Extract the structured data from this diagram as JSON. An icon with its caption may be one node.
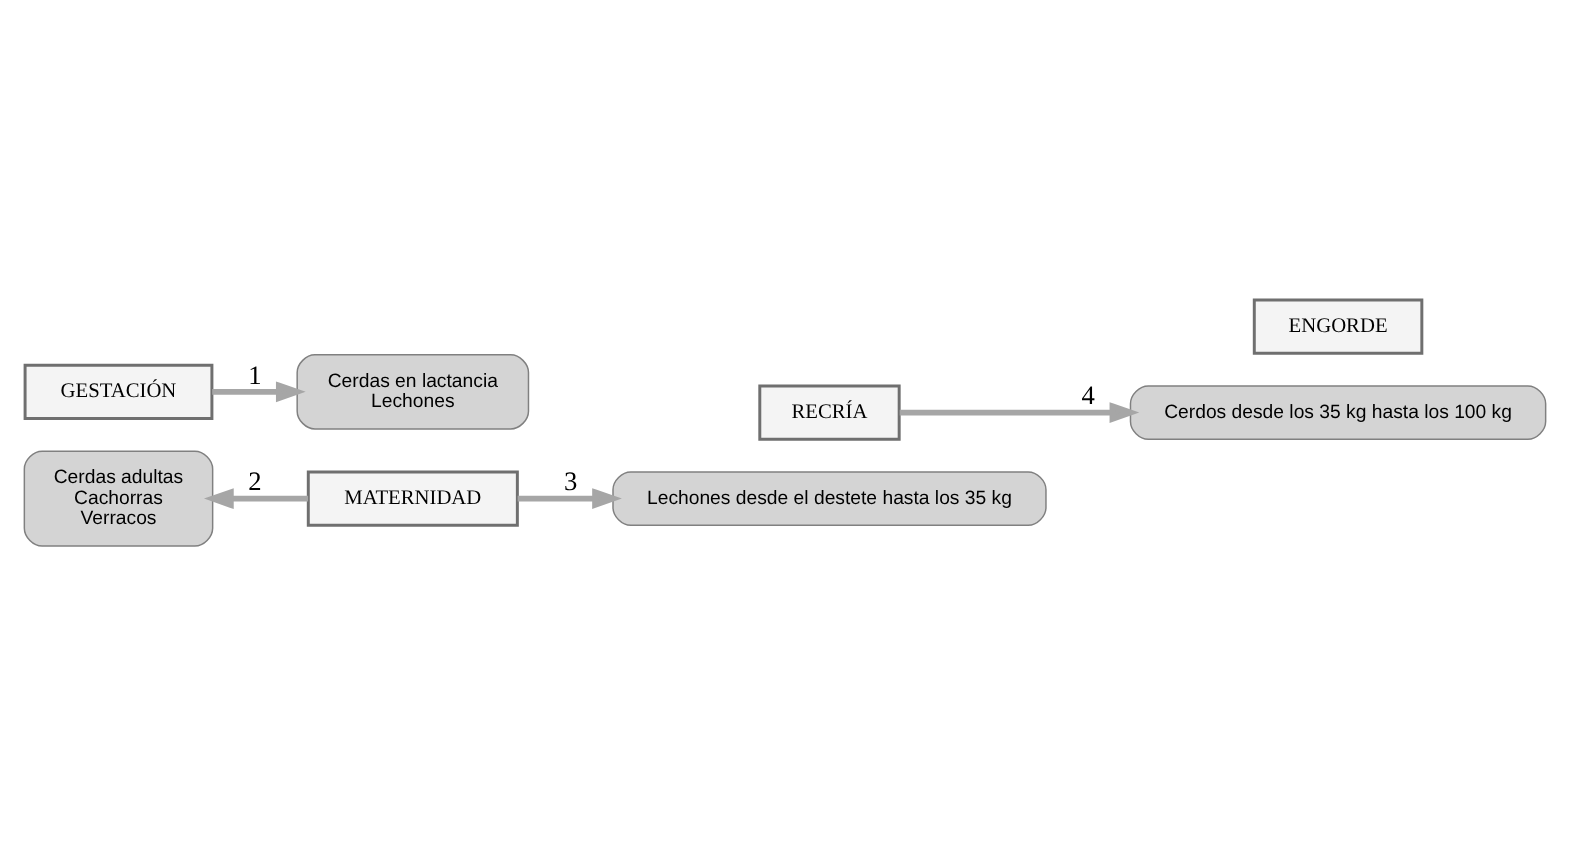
{
  "diagram": {
    "nodes": [
      {
        "text": [
          "Cerdas adultas",
          "Cachorras",
          "Verracos"
        ]
      },
      {
        "text": [
          "GESTACIÓN"
        ]
      },
      {
        "text": [
          "Cerdas en lactancia",
          "Lechones"
        ]
      },
      {
        "text": [
          "MATERNIDAD"
        ]
      },
      {
        "text": [
          "Lechones desde el destete hasta los 35 kg"
        ]
      },
      {
        "text": [
          "RECRÍA"
        ]
      },
      {
        "text": [
          "ENGORDE"
        ]
      },
      {
        "text": [
          "Cerdos desde los 35 kg hasta los 100 kg"
        ]
      }
    ],
    "edges": [
      {
        "from": 1,
        "to": 2,
        "arrow": "to",
        "label": "1"
      },
      {
        "from": 3,
        "to": 0,
        "arrow": "to",
        "label": "2"
      },
      {
        "from": 3,
        "to": 4,
        "arrow": "to",
        "label": "3"
      },
      {
        "from": 5,
        "to": 7,
        "arrow": "to",
        "label": "4"
      }
    ]
  }
}
